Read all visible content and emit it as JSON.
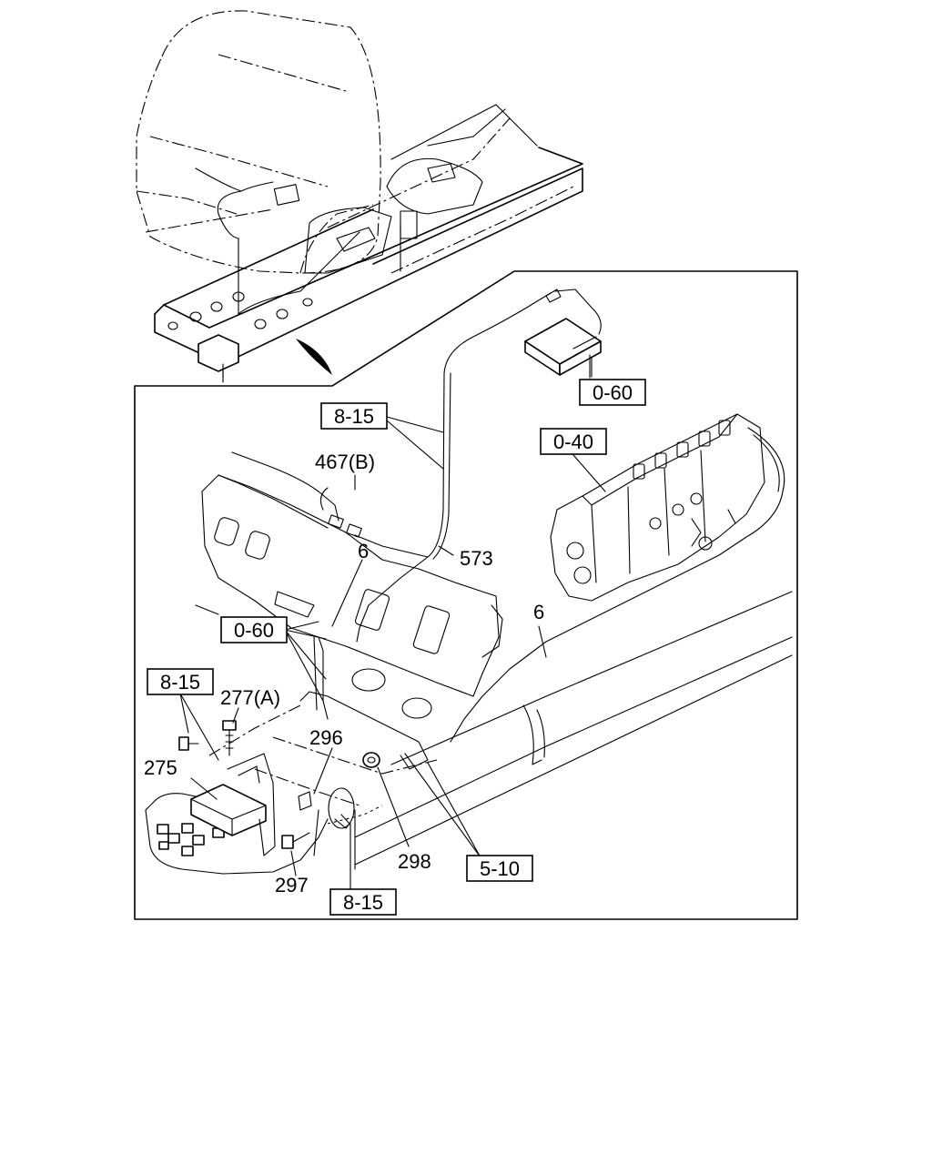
{
  "labels": {
    "ref_0_60_ecu": "0-60",
    "ref_8_15_top": "8-15",
    "ref_0_40": "0-40",
    "part_467b": "467(B)",
    "part_573": "573",
    "part_6_upper": "6",
    "part_6_right": "6",
    "ref_0_60_left": "0-60",
    "ref_8_15_left": "8-15",
    "part_277a": "277(A)",
    "part_296": "296",
    "part_275": "275",
    "part_298": "298",
    "part_297": "297",
    "ref_5_10": "5-10",
    "ref_8_15_bottom": "8-15"
  }
}
